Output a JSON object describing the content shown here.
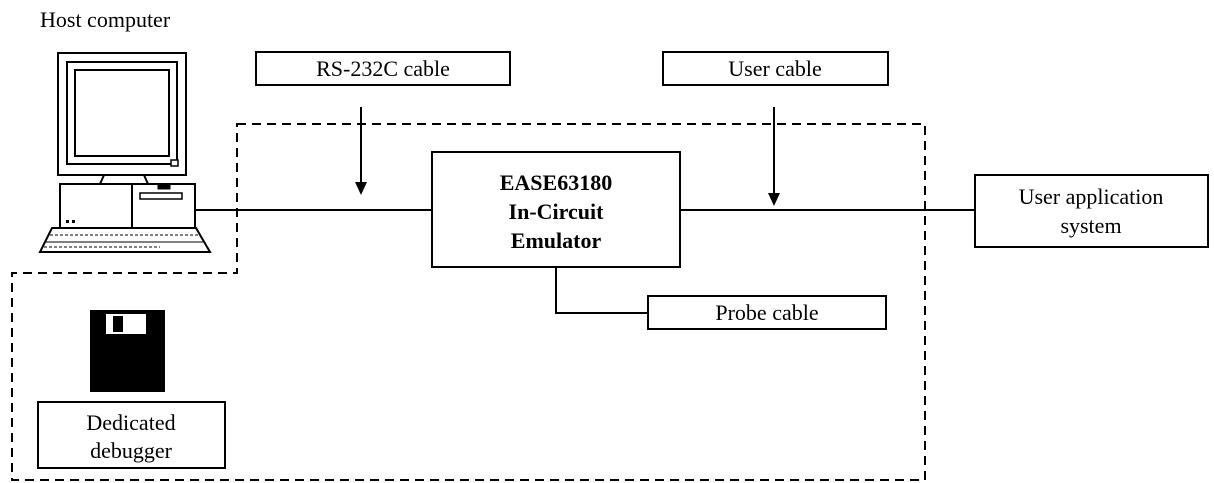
{
  "host": {
    "label": "Host computer"
  },
  "cables": {
    "rs232c": "RS-232C cable",
    "user": "User cable",
    "probe": "Probe cable"
  },
  "emulator": {
    "lines": [
      "EASE63180",
      "In-Circuit",
      "Emulator"
    ]
  },
  "target": {
    "lines": [
      "User application",
      "system"
    ]
  },
  "debugger": {
    "lines": [
      "Dedicated",
      "debugger"
    ]
  },
  "icons": {
    "computer": "desktop-computer-icon",
    "disk": "floppy-disk-icon"
  }
}
